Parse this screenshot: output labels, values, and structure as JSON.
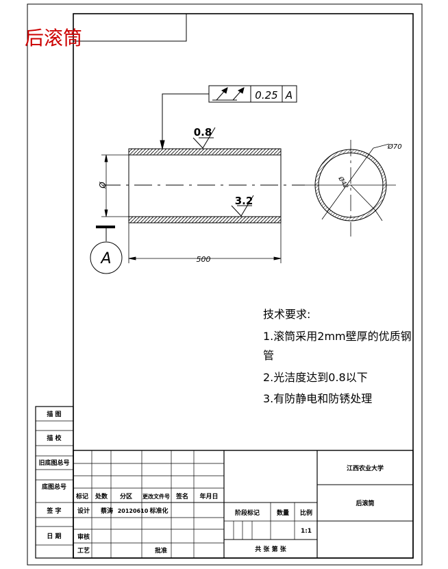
{
  "title": "后滚筒",
  "tolerance_frame": {
    "value": "0.25",
    "datum": "A"
  },
  "roughness": {
    "top": "0.8",
    "bottom": "3.2"
  },
  "dims": {
    "length": "500",
    "diameter_symbol": "Ø",
    "outer": "Ø70",
    "inner": "Ø42"
  },
  "datum_label": "A",
  "tech": {
    "heading": "技术要求:",
    "item1_a": "1.滚筒采用2mm壁厚的优质钢",
    "item1_b": "管",
    "item2": "2.光洁度达到0.8以下",
    "item3": "3.有防静电和防锈处理"
  },
  "left_strip": {
    "drawing": "描 图",
    "check": "描 校",
    "old_no": "旧底图总号",
    "base_no": "底图总号",
    "sign": "签 字",
    "date": "日 期"
  },
  "title_block": {
    "h_mark": "标记",
    "h_count": "处数",
    "h_zone": "分区",
    "h_doc": "更改文件号",
    "h_sign": "签名",
    "h_date": "年月日",
    "design": "设计",
    "designer": "蔡涛",
    "design_date": "20120610",
    "std": "标准化",
    "review": "审核",
    "process": "工艺",
    "approve": "批准",
    "stage": "阶段标记",
    "qty": "数量",
    "scale": "比例",
    "scale_value": "1:1",
    "sheets": "共 张 第 张",
    "university": "江西农业大学",
    "part_name": "后滚筒"
  }
}
